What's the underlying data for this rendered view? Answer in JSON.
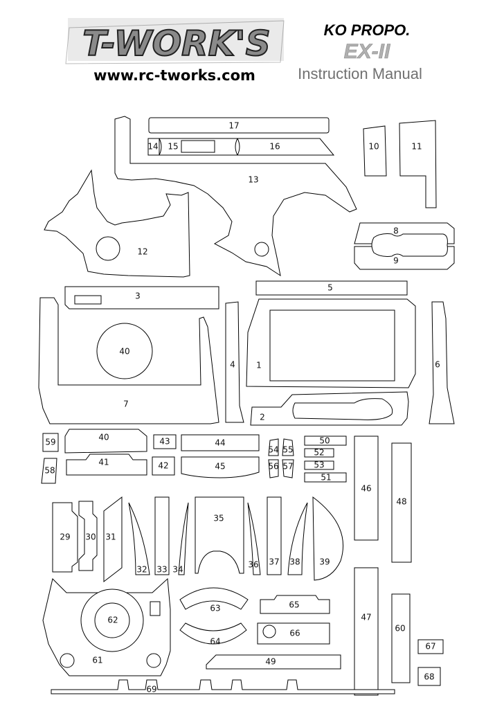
{
  "header": {
    "logo_text": "T-WORK'S",
    "website": "www.rc-tworks.com",
    "brand": "KO PROPO.",
    "model": "EX-II",
    "subtitle": "Instruction Manual"
  },
  "part_labels": {
    "p1": "1",
    "p2": "2",
    "p3": "3",
    "p4": "4",
    "p5": "5",
    "p6": "6",
    "p7": "7",
    "p8": "8",
    "p9": "9",
    "p10": "10",
    "p11": "11",
    "p12": "12",
    "p13": "13",
    "p14": "14",
    "p15": "15",
    "p16": "16",
    "p17": "17",
    "p29": "29",
    "p30": "30",
    "p31": "31",
    "p32": "32",
    "p33": "33",
    "p34": "34",
    "p35": "35",
    "p36": "36",
    "p37": "37",
    "p38": "38",
    "p39": "39",
    "p40a": "40",
    "p40b": "40",
    "p41": "41",
    "p42": "42",
    "p43": "43",
    "p44": "44",
    "p45": "45",
    "p46": "46",
    "p47": "47",
    "p48": "48",
    "p49": "49",
    "p50": "50",
    "p51": "51",
    "p52": "52",
    "p53": "53",
    "p54": "54",
    "p55": "55",
    "p56": "56",
    "p57": "57",
    "p58": "58",
    "p59": "59",
    "p60": "60",
    "p61": "61",
    "p62": "62",
    "p63": "63",
    "p64": "64",
    "p65": "65",
    "p66": "66",
    "p67": "67",
    "p68": "68",
    "p69": "69"
  }
}
